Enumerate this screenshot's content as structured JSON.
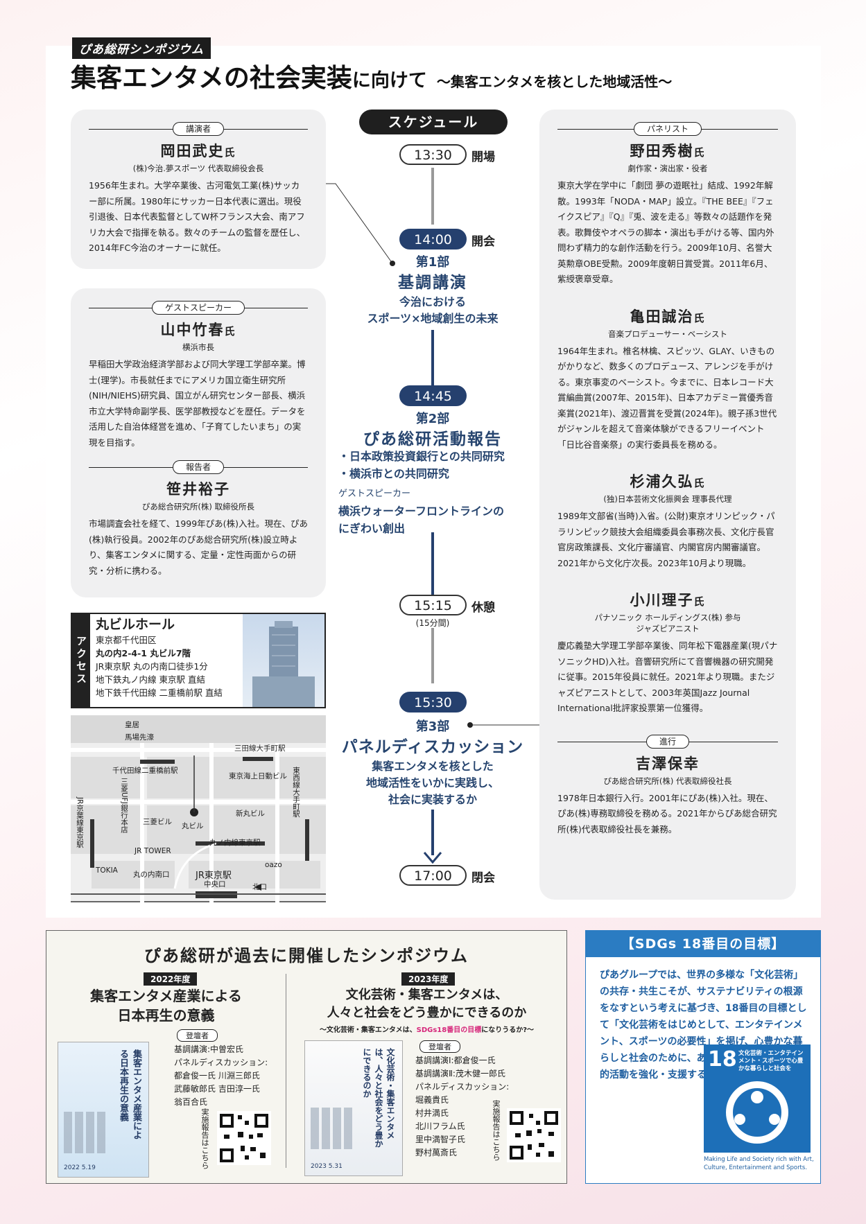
{
  "header": {
    "tag": "ぴあ総研シンポジウム",
    "title_main": "集客エンタメの社会実装",
    "title_small": "に向けて",
    "subtitle": "〜集客エンタメを核とした地域活性〜"
  },
  "speaker": {
    "label": "講演者",
    "name": "岡田武史",
    "suffix": "氏",
    "role": "(株)今治.夢スポーツ 代表取締役会長",
    "bio": "1956年生まれ。大学卒業後、古河電気工業(株)サッカー部に所属。1980年にサッカー日本代表に選出。現役引退後、日本代表監督としてW杯フランス大会、南アフリカ大会で指揮を執る。数々のチームの監督を歴任し、2014年FC今治のオーナーに就任。"
  },
  "guest": {
    "label": "ゲストスピーカー",
    "name": "山中竹春",
    "suffix": "氏",
    "role": "横浜市長",
    "bio": "早稲田大学政治経済学部および同大学理工学部卒業。博士(理学)。市長就任までにアメリカ国立衛生研究所(NIH/NIEHS)研究員、国立がん研究センター部長、横浜市立大学特命副学長、医学部教授などを歴任。データを活用した自治体経営を進め、「子育てしたいまち」の実現を目指す。"
  },
  "reporter": {
    "label": "報告者",
    "name": "笹井裕子",
    "suffix": "",
    "role": "ぴあ総合研究所(株) 取締役所長",
    "bio": "市場調査会社を経て、1999年ぴあ(株)入社。現在、ぴあ(株)執行役員。2002年のぴあ総合研究所(株)設立時より、集客エンタメに関する、定量・定性両面からの研究・分析に携わる。"
  },
  "schedule": {
    "title": "スケジュール",
    "t1": "13:30",
    "l1": "開場",
    "t2": "14:00",
    "l2": "開会",
    "p1": "第1部",
    "p1_title": "基調講演",
    "p1_sub1": "今治における",
    "p1_sub2": "スポーツ×地域創生の未来",
    "t3": "14:45",
    "p2": "第2部",
    "p2_title": "ぴあ総研活動報告",
    "p2_b1": "・日本政策投資銀行との共同研究",
    "p2_b2": "・横浜市との共同研究",
    "p2_guest": "ゲストスピーカー",
    "p2_g1": "横浜ウォーターフロントラインの",
    "p2_g2": "にぎわい創出",
    "t4": "15:15",
    "l4": "休憩",
    "break_note": "(15分間)",
    "t5": "15:30",
    "p3": "第3部",
    "p3_title": "パネルディスカッション",
    "p3_s1": "集客エンタメを核とした",
    "p3_s2": "地域活性をいかに実践し、",
    "p3_s3": "社会に実装するか",
    "t6": "17:00",
    "l6": "閉会"
  },
  "panelists": {
    "label": "パネリスト",
    "items": [
      {
        "name": "野田秀樹",
        "suffix": "氏",
        "role": "劇作家・演出家・役者",
        "bio": "東京大学在学中に「劇団 夢の遊眠社」結成、1992年解散。1993年「NODA・MAP」設立。『THE BEE』『フェイクスピア』『Q』『兎、波を走る』等数々の話題作を発表。歌舞伎やオペラの脚本・演出も手がける等、国内外問わず精力的な創作活動を行う。2009年10月、名誉大英勲章OBE受勲。2009年度朝日賞受賞。2011年6月、紫綬褒章受章。"
      },
      {
        "name": "亀田誠治",
        "suffix": "氏",
        "role": "音楽プロデューサー・ベーシスト",
        "bio": "1964年生まれ。椎名林檎、スピッツ、GLAY、いきものがかりなど、数多くのプロデュース、アレンジを手がける。東京事変のベーシスト。今までに、日本レコード大賞編曲賞(2007年、2015年)、日本アカデミー賞優秀音楽賞(2021年)、渡辺晋賞を受賞(2024年)。親子孫3世代がジャンルを超えて音楽体験ができるフリーイベント「日比谷音楽祭」の実行委員長を務める。"
      },
      {
        "name": "杉浦久弘",
        "suffix": "氏",
        "role": "(独)日本芸術文化振興会 理事長代理",
        "bio": "1989年文部省(当時)入省。(公財)東京オリンピック・パラリンピック競技大会組織委員会事務次長、文化庁長官官房政策課長、文化庁審議官、内閣官房内閣審議官。2021年から文化庁次長。2023年10月より現職。"
      },
      {
        "name": "小川理子",
        "suffix": "氏",
        "role": "パナソニック ホールディングス(株) 参与",
        "role2": "ジャズピアニスト",
        "bio": "慶応義塾大学理工学部卒業後、同年松下電器産業(現パナソニックHD)入社。音響研究所にて音響機器の研究開発に従事。2015年役員に就任。2021年より現職。またジャズピアニストとして、2003年英国Jazz Journal International批評家投票第一位獲得。"
      }
    ]
  },
  "moderator": {
    "label": "進行",
    "name": "吉澤保幸",
    "suffix": "",
    "role": "ぴあ総合研究所(株) 代表取締役社長",
    "bio": "1978年日本銀行入行。2001年にぴあ(株)入社。現在、ぴあ(株)専務取締役を務める。2021年からぴあ総合研究所(株)代表取締役社長を兼務。"
  },
  "access": {
    "side": "アクセス",
    "venue": "丸ビルホール",
    "l1": "東京都千代田区",
    "l2": "丸の内2-4-1 丸ビル7階",
    "l3": "JR東京駅 丸の内南口徒歩1分",
    "l4": "地下鉄丸ノ内線 東京駅 直結",
    "l5": "地下鉄千代田線 二重橋前駅 直結"
  },
  "map": {
    "labels": [
      "皇居",
      "馬場先濠",
      "三田線大手町駅",
      "千代田線二重橋前駅",
      "東京海上日動ビル",
      "東西線大手町駅",
      "三菱UFJ銀行本店",
      "三菱ビル",
      "丸ビル",
      "新丸ビル",
      "JR京葉線東京駅",
      "丸ノ内線東京駅",
      "JR TOWER",
      "TOKIA",
      "丸の内南口",
      "JR東京駅",
      "中央口",
      "北口",
      "oazo"
    ]
  },
  "past": {
    "title": "ぴあ総研が過去に開催したシンポジウム",
    "y1": "2022年度",
    "y1_t1": "集客エンタメ産業による",
    "y1_t2": "日本再生の意義",
    "y1_label": "登壇者",
    "y1_lines": [
      "基調講演:中曽宏氏",
      "パネルディスカッション:",
      "都倉俊一氏 川淵三郎氏",
      "武藤敏郎氏 吉田淳一氏",
      "翁百合氏"
    ],
    "y1_qr": "実施報告はこちら",
    "y1_poster": "集客エンタメ産業による日本再生の意義",
    "y1_date": "2022 5.19",
    "y2": "2023年度",
    "y2_t1": "文化芸術・集客エンタメは、",
    "y2_t2": "人々と社会をどう豊かにできるのか",
    "y2_sub_a": "〜文化芸術・集客エンタメは、",
    "y2_sub_b": "SDGs18番目の目標",
    "y2_sub_c": "になりうるか?〜",
    "y2_label": "登壇者",
    "y2_lines": [
      "基調講演Ⅰ:都倉俊一氏",
      "基調講演Ⅱ:茂木健一郎氏",
      "パネルディスカッション:",
      "堀義貴氏",
      "村井満氏",
      "北川フラム氏",
      "里中満智子氏",
      "野村萬斎氏"
    ],
    "y2_qr": "実施報告はこちら",
    "y2_poster": "文化芸術・集客エンタメは、人々と社会をどう豊かにできるのか",
    "y2_date": "2023 5.31"
  },
  "sdg": {
    "title": "【SDGs 18番目の目標】",
    "text": "ぴあグループでは、世界の多様な「文化芸術」の共存・共生こそが、サステナビリティの根源をなすという考えに基づき、18番目の目標として「文化芸術をはじめとして、エンタテインメント、スポーツの必要性」を掲げ、心豊かな暮らしと社会のために、あらゆる人々の「文化」的活動を強化・支援することを提言します。",
    "logo_num": "18",
    "logo_text": "文化芸術・エンタテインメント・スポーツで心豊かな暮らしと社会を",
    "caption": "Making Life and Society rich with Art, Culture, Entertainment and Sports."
  },
  "colors": {
    "navy": "#25406e",
    "sdg_blue": "#2b7cc2"
  }
}
